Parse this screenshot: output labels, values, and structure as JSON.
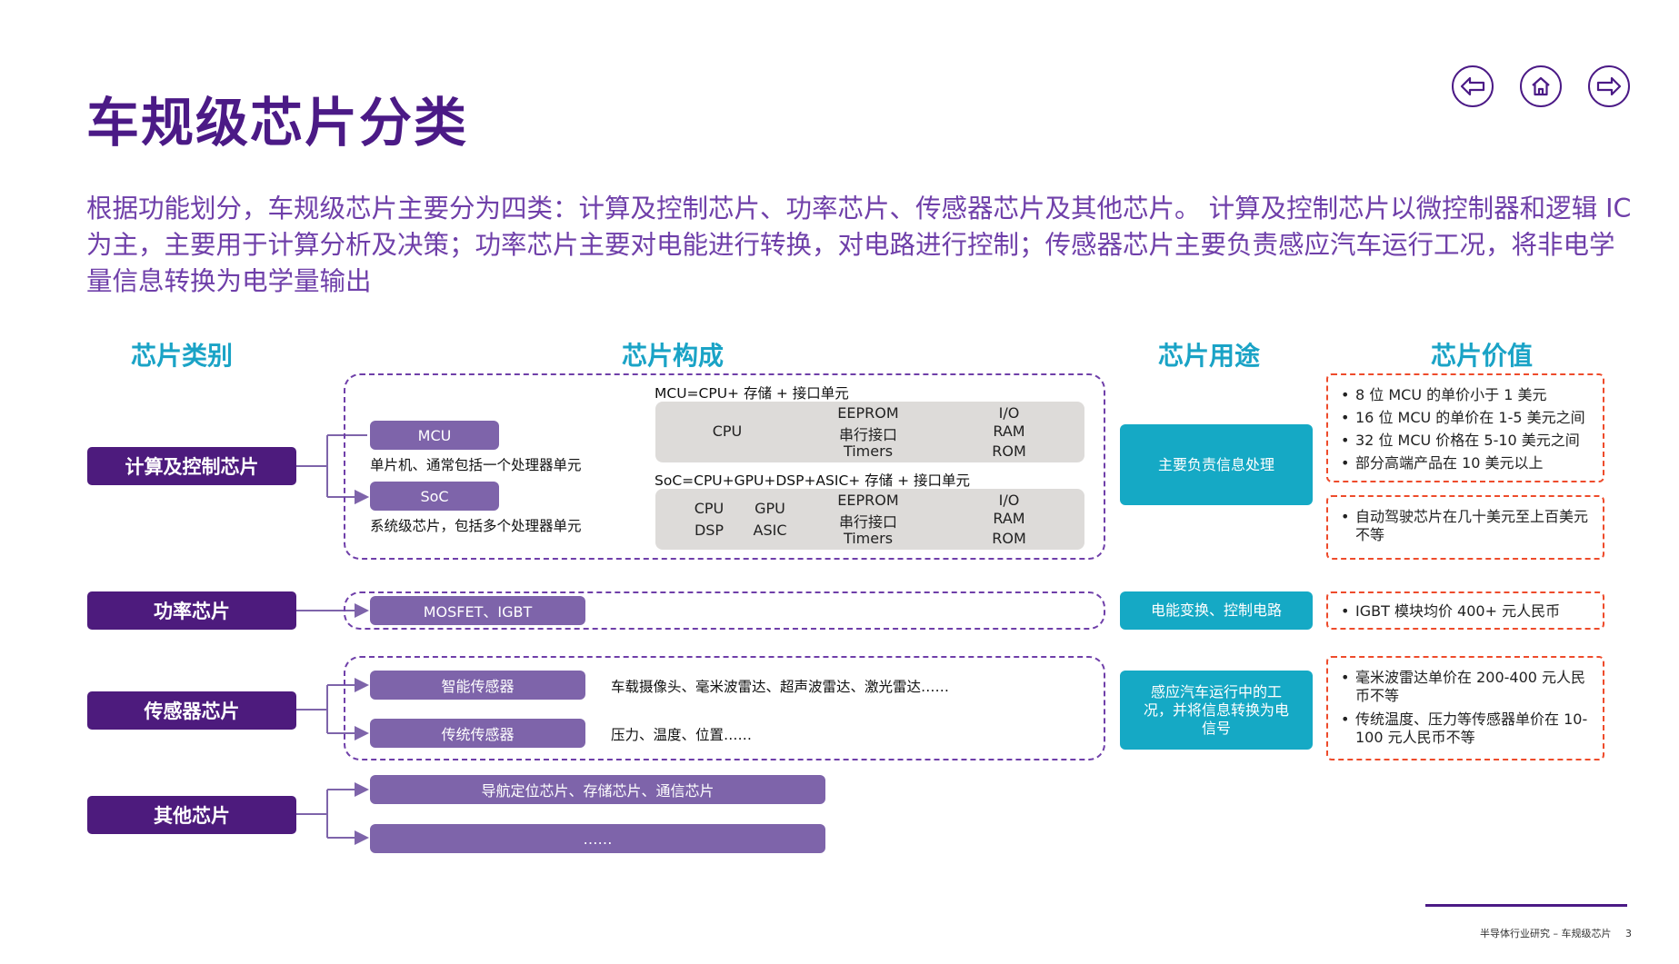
{
  "title": "车规级芯片分类",
  "intro": "根据功能划分，车规级芯片主要分为四类：计算及控制芯片、功率芯片、传感器芯片及其他芯片。 计算及控制芯片以微控制器和逻辑 IC 为主，主要用于计算分析及决策；功率芯片主要对电能进行转换，对电路进行控制；传感器芯片主要负责感应汽车运行工况，将非电学量信息转换为电学量输出",
  "nav": {
    "back_icon": "arrow-left-icon",
    "home_icon": "home-icon",
    "forward_icon": "arrow-right-icon"
  },
  "columns": {
    "category": "芯片类别",
    "composition": "芯片构成",
    "usage": "芯片用途",
    "value": "芯片价值"
  },
  "categories": {
    "compute": "计算及控制芯片",
    "power": "功率芯片",
    "sensor": "传感器芯片",
    "other": "其他芯片"
  },
  "compute": {
    "mcu_label": "MCU",
    "mcu_desc": "单片机、通常包括一个处理器单元",
    "soc_label": "SoC",
    "soc_desc": "系统级芯片，包括多个处理器单元",
    "mcu_formula": "MCU=CPU+ 存储 + 接口单元",
    "mcu_grid": {
      "cpu": "CPU",
      "mid": [
        "EEPROM",
        "串行接口",
        "Timers"
      ],
      "right": [
        "I/O",
        "RAM",
        "ROM"
      ]
    },
    "soc_formula": "SoC=CPU+GPU+DSP+ASIC+ 存储 + 接口单元",
    "soc_grid": {
      "cpu": "CPU",
      "dsp": "DSP",
      "gpu": "GPU",
      "asic": "ASIC",
      "mid": [
        "EEPROM",
        "串行接口",
        "Timers"
      ],
      "right": [
        "I/O",
        "RAM",
        "ROM"
      ]
    },
    "usage": "主要负责信息处理",
    "value_a": [
      "8 位 MCU 的单价小于 1 美元",
      "16 位 MCU 的单价在 1-5 美元之间",
      "32 位 MCU 价格在 5-10 美元之间",
      "部分高端产品在 10 美元以上"
    ],
    "value_b": [
      "自动驾驶芯片在几十美元至上百美元不等"
    ]
  },
  "power": {
    "label": "MOSFET、IGBT",
    "usage": "电能变换、控制电路",
    "value": [
      "IGBT 模块均价 400+ 元人民币"
    ]
  },
  "sensor": {
    "smart_label": "智能传感器",
    "smart_desc": "车载摄像头、毫米波雷达、超声波雷达、激光雷达……",
    "trad_label": "传统传感器",
    "trad_desc": "压力、温度、位置……",
    "usage": "感应汽车运行中的工况，并将信息转换为电信号",
    "value": [
      "毫米波雷达单价在 200-400 元人民币不等",
      "传统温度、压力等传感器单价在 10-100 元人民币不等"
    ]
  },
  "other": {
    "item1": "导航定位芯片、存储芯片、通信芯片",
    "item2": "……"
  },
  "footer": {
    "text": "半导体行业研究 – 车规级芯片",
    "page": "3"
  },
  "colors": {
    "title": "#4b1a86",
    "category_fill": "#4d1b7d",
    "pill_fill": "#7e64aa",
    "usage_fill": "#15a9c5",
    "value_border": "#ee4b2b",
    "header": "#1aa3c6"
  }
}
